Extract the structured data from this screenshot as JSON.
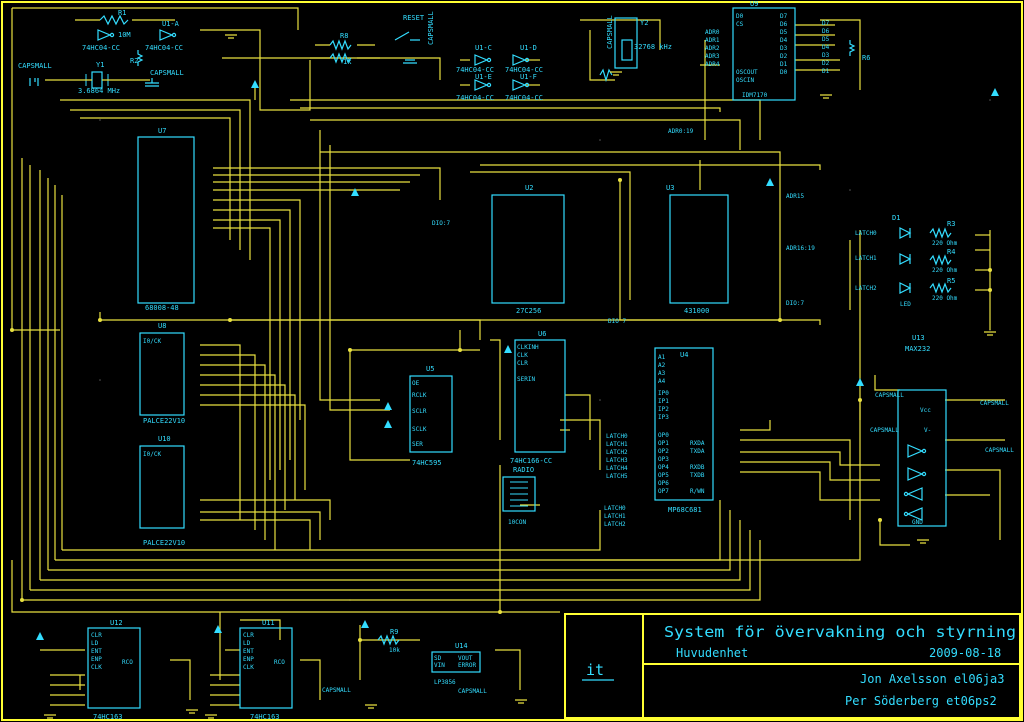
{
  "title_block": {
    "title": "System för övervakning och styrning",
    "subtitle": "Huvudenhet",
    "date": "2009-08-18",
    "author1": "Jon Axelsson el06ja3",
    "author2": "Per Söderberg et06ps2",
    "logo": "it"
  },
  "components": {
    "r1": "R1",
    "u1a": "U1-A",
    "u1a_part": "74HC04-CC",
    "u1a_part2": "74HC04-CC",
    "r2": "R2",
    "r2_val": "10M",
    "c1": "CAPSMALL",
    "c2": "CAPSMALL",
    "y1": "Y1",
    "y1_val": "3.6864 MHz",
    "r8": "R8",
    "r8_val": "1k",
    "reset": "RESET",
    "reset_cap": "CAPSMALL",
    "u1c": "U1-C",
    "u1d": "U1-D",
    "u1e": "U1-E",
    "u1f": "U1-F",
    "u1_part": "74HC04-CC",
    "u9": "U9",
    "u9_part": "IDM7170",
    "y2": "Y2",
    "y2_val": "32768 kHz",
    "r6": "R6",
    "u7": "U7",
    "u7_part": "68008-48",
    "u2": "U2",
    "u2_part": "27C256",
    "u3": "U3",
    "u3_part": "431000",
    "d1": "D1",
    "r3": "R3",
    "r3_val": "220 Ohm",
    "r4": "R4",
    "r4_val": "220 Ohm",
    "r5": "R5",
    "r5_val": "220 Ohm",
    "led": "LED",
    "u8": "U8",
    "u8_part": "PALCE22V10",
    "u10": "U10",
    "u10_part": "PALCE22V10",
    "u5": "U5",
    "u5_part": "74HC595",
    "u6": "U6",
    "u6_part": "74HC166-CC",
    "u4": "U4",
    "u4_part": "MP68C681",
    "u13": "U13",
    "u13_part": "MAX232",
    "radio": "RADIO",
    "jcon": "10CON",
    "u12": "U12",
    "u12_part": "74HC163",
    "u11": "U11",
    "u11_part": "74HC163",
    "r9": "R9",
    "r9_val": "10k",
    "u14": "U14",
    "u14_part": "LP3856",
    "capsmall": "CAPSMALL",
    "adr_bus": "ADR0:19",
    "dio_bus": "DIO:7",
    "dio_bus2": "DIO 7",
    "adr15": "ADR15",
    "adr16_19": "ADR16:19"
  }
}
